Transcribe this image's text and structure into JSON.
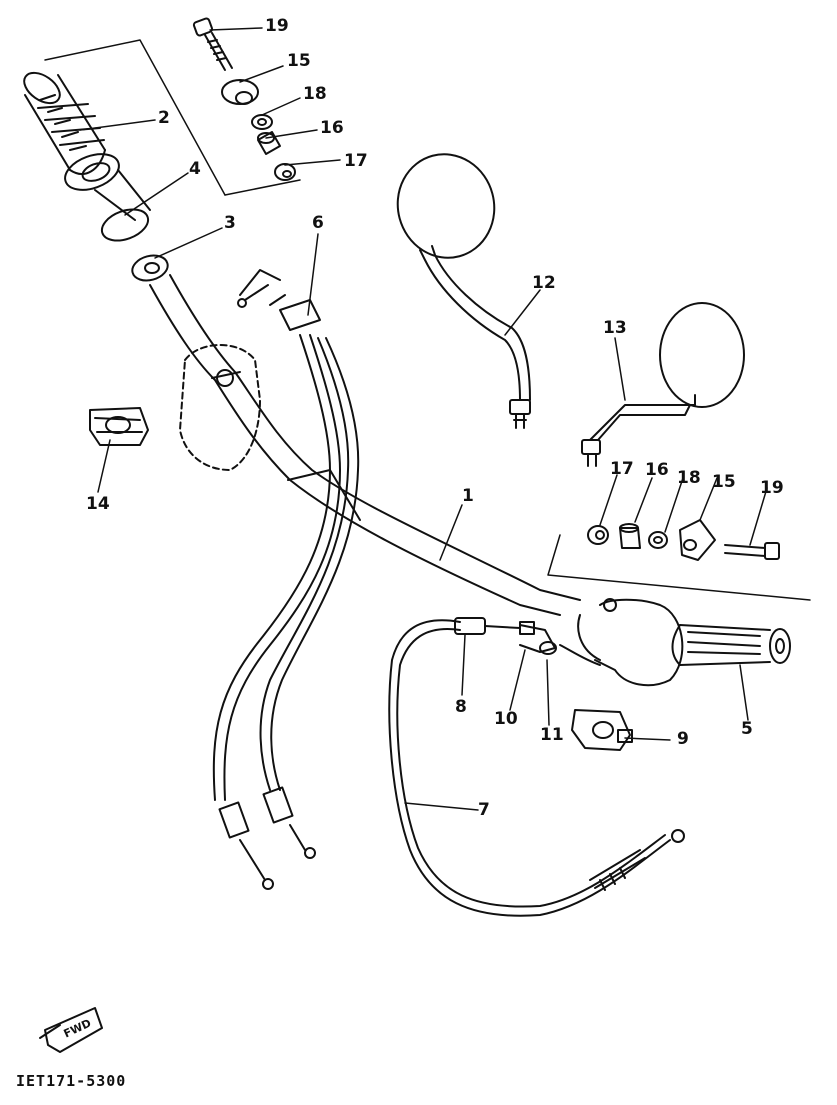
{
  "diagram": {
    "part_labels": [
      "1",
      "2",
      "3",
      "4",
      "5",
      "6",
      "7",
      "8",
      "9",
      "10",
      "11",
      "12",
      "13",
      "14",
      "15",
      "16",
      "17",
      "18",
      "19"
    ],
    "callouts": {
      "c19a": "19",
      "c15a": "15",
      "c18a": "18",
      "c16a": "16",
      "c17a": "17",
      "c2": "2",
      "c4": "4",
      "c3": "3",
      "c6": "6",
      "c12": "12",
      "c13": "13",
      "c14": "14",
      "c1": "1",
      "c17b": "17",
      "c16b": "16",
      "c18b": "18",
      "c15b": "15",
      "c19b": "19",
      "c8": "8",
      "c10": "10",
      "c11": "11",
      "c9": "9",
      "c5": "5",
      "c7": "7"
    },
    "direction_marker": "FWD",
    "drawing_code": "IET171-5300"
  },
  "colors": {
    "ink": "#111111",
    "paper": "#ffffff"
  },
  "icons": [
    "fwd-arrow-icon"
  ]
}
